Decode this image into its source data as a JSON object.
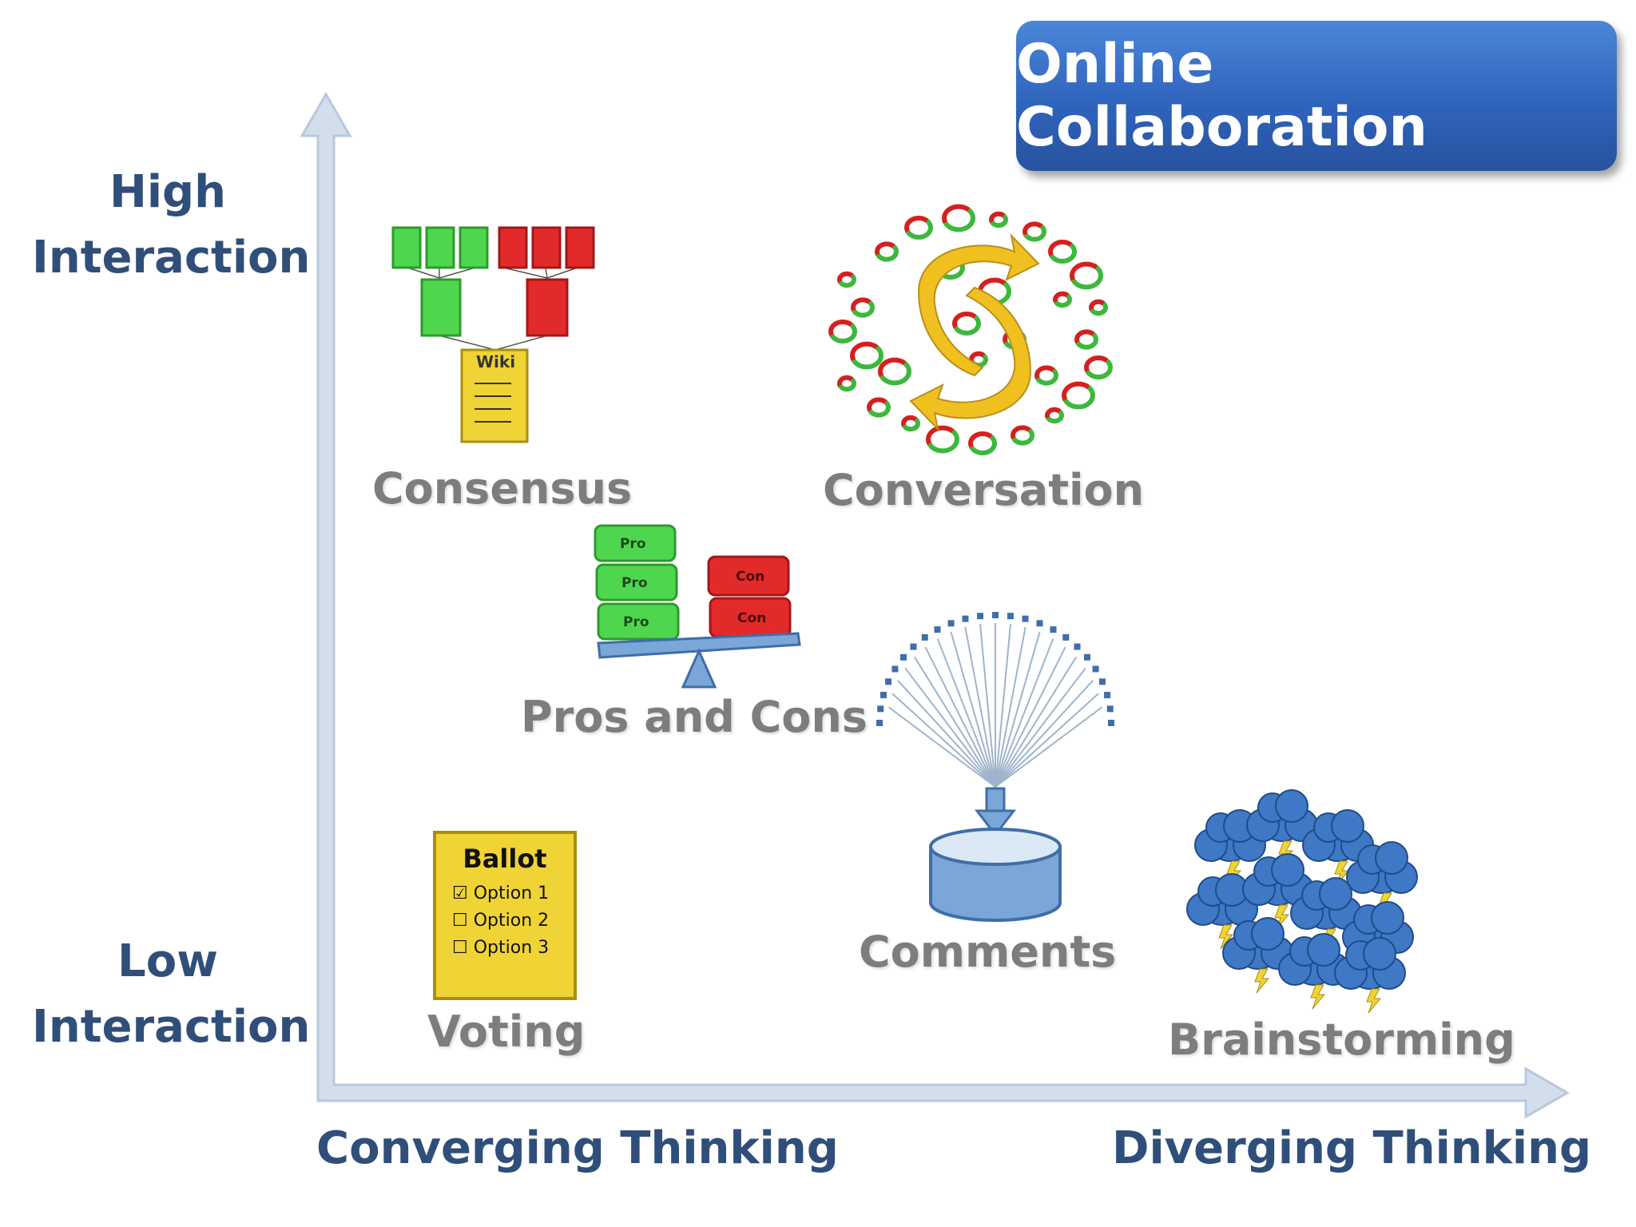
{
  "title": "Online Collaboration",
  "y_axis": {
    "high": "High\nInteraction",
    "low": "Low\nInteraction"
  },
  "x_axis": {
    "left": "Converging Thinking",
    "right": "Diverging Thinking"
  },
  "items": {
    "consensus": {
      "label": "Consensus",
      "doc_label": "Wiki"
    },
    "conversation": {
      "label": "Conversation"
    },
    "pros_cons": {
      "label": "Pros and Cons",
      "pro": "Pro",
      "con": "Con"
    },
    "comments": {
      "label": "Comments"
    },
    "voting": {
      "label": "Voting",
      "ballot_title": "Ballot",
      "options": [
        "Option 1",
        "Option 2",
        "Option 3"
      ]
    },
    "brainstorming": {
      "label": "Brainstorming"
    }
  },
  "colors": {
    "title_bg": "#2f64bd",
    "axis": "#c9d6e6",
    "green": "#4fd64f",
    "red": "#e32a2a",
    "yellow": "#f0d334",
    "blue": "#4a7fc4"
  }
}
